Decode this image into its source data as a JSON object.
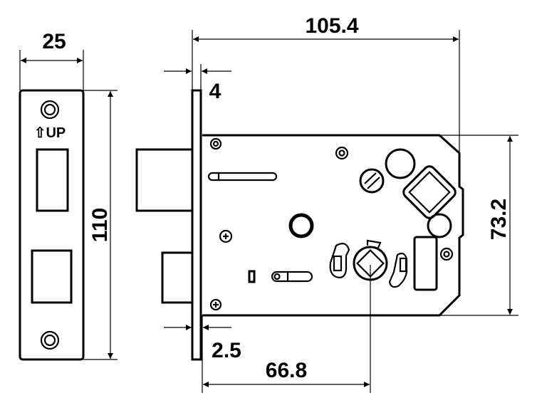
{
  "dimensions": {
    "faceplate_width": "25",
    "faceplate_height": "110",
    "case_length": "105.4",
    "faceplate_thickness": "4",
    "forend_thickness": "2.5",
    "backset": "66.8",
    "case_height": "73.2"
  },
  "faceplate_marking": "⇧UP",
  "colors": {
    "line": "#000000",
    "background": "#ffffff"
  }
}
